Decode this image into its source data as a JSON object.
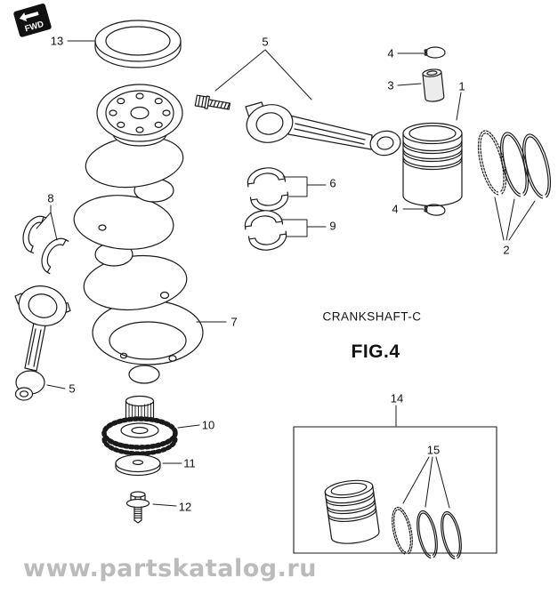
{
  "figure": {
    "title": "CRANKSHAFT-C",
    "number": "FIG.4"
  },
  "badge": {
    "label": "FWD"
  },
  "watermark": {
    "text": "www.partskatalog.ru"
  },
  "colors": {
    "line": "#1a1a1a",
    "background": "#ffffff",
    "watermark": "#b0b0b0"
  },
  "part_numbers": {
    "p1": "1",
    "p2": "2",
    "p3": "3",
    "p4": "4",
    "p5": "5",
    "p6": "6",
    "p7": "7",
    "p8": "8",
    "p9": "9",
    "p10": "10",
    "p11": "11",
    "p12": "12",
    "p13": "13",
    "p14": "14",
    "p15": "15"
  }
}
